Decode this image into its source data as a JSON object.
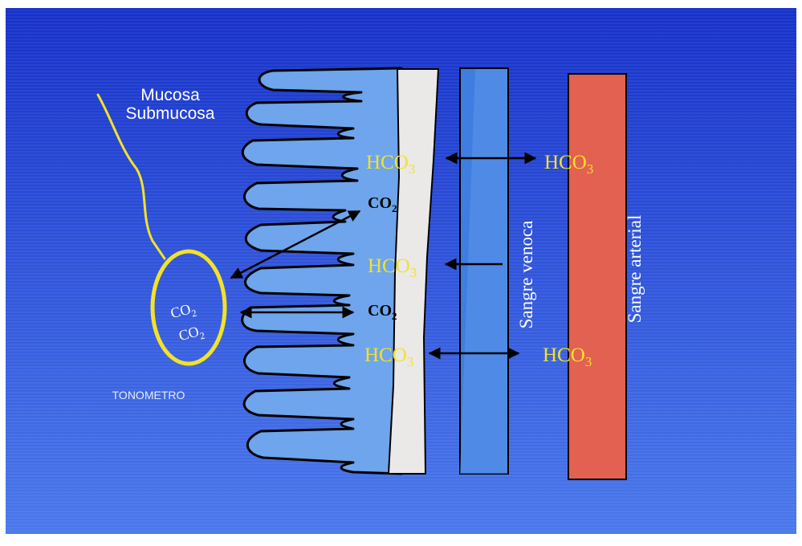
{
  "colors": {
    "bg_top": "#1631c9",
    "bg_bottom": "#4a78ec",
    "mucosa_fill": "#6ea5ec",
    "mucosa_outline": "#000000",
    "wall_fill": "#ebe8e8",
    "venous_fill": "#3f7de0",
    "arterial_fill": "#e36150",
    "yellow": "#f2e22a",
    "white": "#ffffff",
    "black": "#000000"
  },
  "labels": {
    "mucosa_line1": "Mucosa",
    "mucosa_line2": "Submucosa",
    "tonometro": "TONOMETRO",
    "sangre_venoca": "Sangre venoca",
    "sangre_arterial": "Sangre arterial"
  },
  "formulas": {
    "hco3_base": "HCO",
    "hco3_sub": "3",
    "co2_base": "CO",
    "co2_sub": "2"
  }
}
